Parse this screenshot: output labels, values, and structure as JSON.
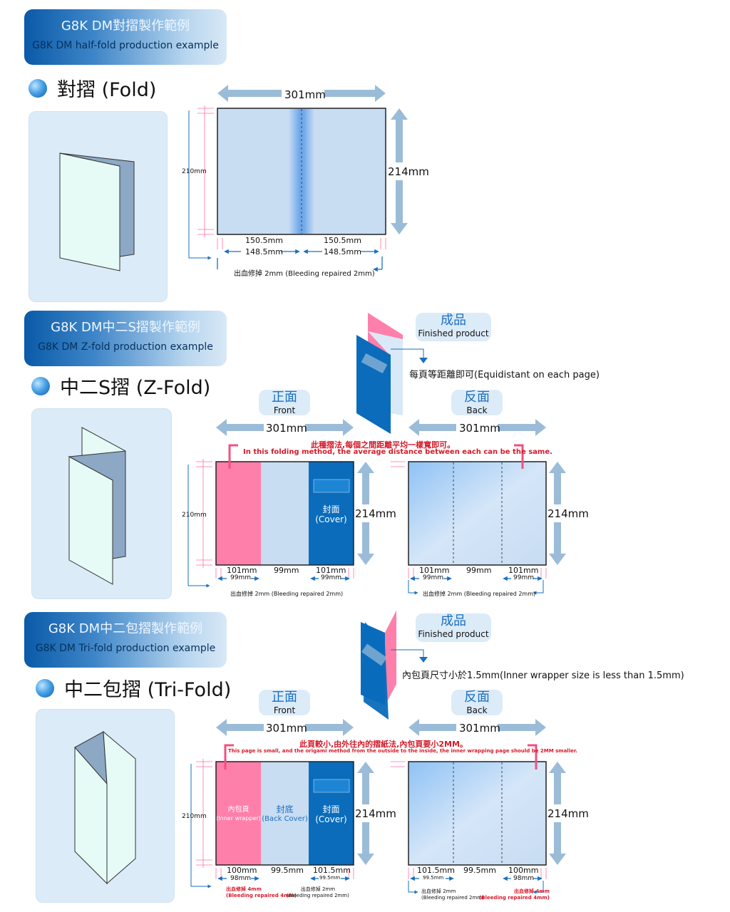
{
  "section1": {
    "banner_cn": "G8K DM對摺製作範例",
    "banner_en": "G8K DM half-fold production example",
    "title": "對摺 (Fold)",
    "width_label": "301mm",
    "height_label": "214mm",
    "inner_height": "210mm",
    "panels": [
      "150.5mm",
      "150.5mm"
    ],
    "finished": [
      "148.5mm",
      "148.5mm"
    ],
    "bleed_note": "出血修掉 2mm (Bleeding repaired 2mm)"
  },
  "section2": {
    "banner_cn": "G8K DM中二S摺製作範例",
    "banner_en": "G8K DM Z-fold production example",
    "title": "中二S摺 (Z-Fold)",
    "finished_cn": "成品",
    "finished_en": "Finished product",
    "finished_note": "每頁等距離即可(Equidistant on each page)",
    "front_cn": "正面",
    "front_en": "Front",
    "back_cn": "反面",
    "back_en": "Back",
    "width_label": "301mm",
    "height_label": "214mm",
    "inner_height": "210mm",
    "note_cn": "此種摺法,每個之間距離平均一樣寬即可。",
    "note_en": "In this folding method, the average distance between each can be the same.",
    "cover_cn": "封面",
    "cover_en": "(Cover)",
    "front_panels": [
      "101mm",
      "99mm",
      "101mm"
    ],
    "front_finished": [
      "99mm",
      "99mm"
    ],
    "back_panels": [
      "101mm",
      "99mm",
      "101mm"
    ],
    "back_finished": [
      "99mm",
      "99mm"
    ],
    "bleed_note": "出血修掉 2mm (Bleeding repaired 2mm)"
  },
  "section3": {
    "banner_cn": "G8K DM中二包摺製作範例",
    "banner_en": "G8K DM Tri-fold production example",
    "title": "中二包摺 (Tri-Fold)",
    "finished_cn": "成品",
    "finished_en": "Finished product",
    "finished_note": "內包頁尺寸小於1.5mm(Inner wrapper size is less than 1.5mm)",
    "front_cn": "正面",
    "front_en": "Front",
    "back_cn": "反面",
    "back_en": "Back",
    "width_label": "301mm",
    "height_label": "214mm",
    "inner_height": "210mm",
    "note_cn": "此頁較小,由外往內的摺紙法,內包頁要小2MM。",
    "note_en": "This page is small, and the origami method from the outside to the inside, the inner wrapping page should be 2MM smaller.",
    "inner_cn": "內包頁",
    "inner_en": "(Inner wrapper)",
    "backcover_cn": "封底",
    "backcover_en": "(Back Cover)",
    "cover_cn": "封面",
    "cover_en": "(Cover)",
    "front_panels": [
      "100mm",
      "99.5mm",
      "101.5mm"
    ],
    "front_finished": [
      "98mm",
      "99.5mm"
    ],
    "back_panels": [
      "101.5mm",
      "99.5mm",
      "100mm"
    ],
    "back_finished": [
      "99.5mm",
      "98mm"
    ],
    "bleed4_cn": "出血修掉 4mm",
    "bleed4_en": "(Bleeding repaired 4mm)",
    "bleed2_cn": "出血修掉 2mm",
    "bleed2_en": "(Bleeding repaired 2mm)"
  },
  "colors": {
    "pink": "#ff7fab",
    "light_blue": "#c8dcf2",
    "cover_blue": "#0a6cbb",
    "arrow": "#9bbcd8",
    "accent": "#1a6fc0",
    "red": "#d51a2a"
  }
}
